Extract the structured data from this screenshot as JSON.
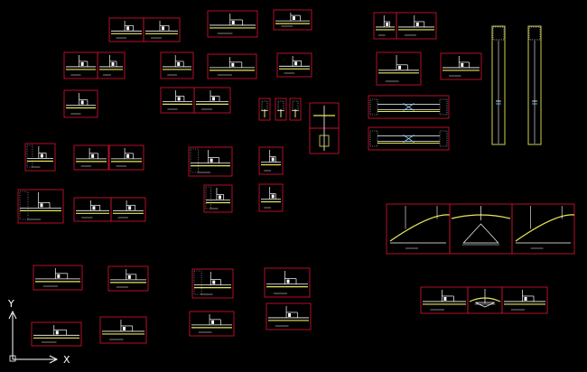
{
  "colors": {
    "background": "#000000",
    "frame": "#c8102e",
    "line": "#ffffff",
    "accent": "#e8e85a",
    "hatch": "#bdbdbd",
    "detail": "#7fd3ff",
    "ucs": "#ffffff"
  },
  "ucs": {
    "x_label": "X",
    "y_label": "Y"
  },
  "drawings": {
    "ceiling_joint_details": 44,
    "wall_section_strips": 2
  }
}
